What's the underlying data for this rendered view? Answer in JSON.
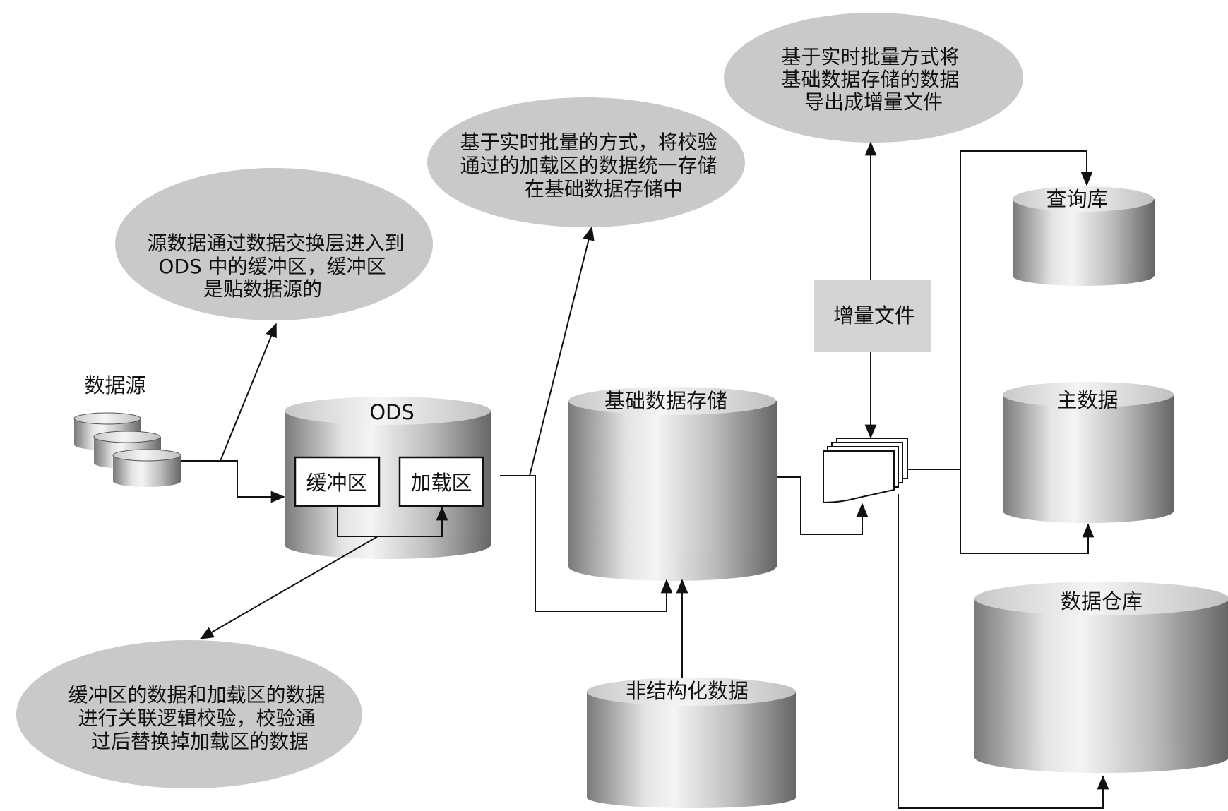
{
  "notes": {
    "source_to_ods": [
      "源数据通过数据交换层进入到",
      "ODS 中的缓冲区，缓冲区",
      "是贴数据源的"
    ],
    "load_to_base": [
      "基于实时批量的方式，将校验",
      "通过的加载区的数据统一存储",
      "在基础数据存储中"
    ],
    "base_to_incremental": [
      "基于实时批量方式将",
      "基础数据存储的数据",
      "导出成增量文件"
    ],
    "buffer_validation": [
      "缓冲区的数据和加载区的数据",
      "进行关联逻辑校验，校验通",
      "过后替换掉加载区的数据"
    ]
  },
  "nodes": {
    "data_source": "数据源",
    "ods": "ODS",
    "buffer": "缓冲区",
    "load": "加载区",
    "base_storage": "基础数据存储",
    "unstructured": "非结构化数据",
    "incremental_file": "增量文件",
    "query_db": "查询库",
    "master_data": "主数据",
    "data_warehouse": "数据仓库"
  }
}
